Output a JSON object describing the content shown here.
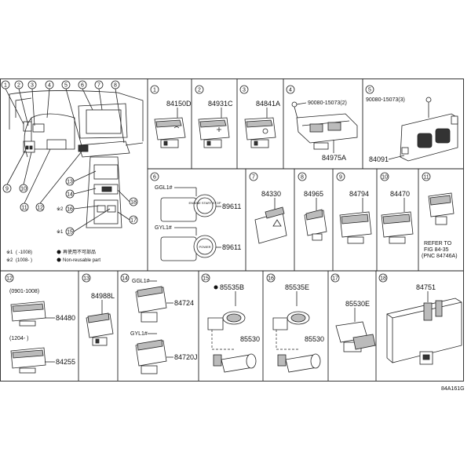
{
  "diagram_code": "84A161G",
  "legend": {
    "note1_mark": "※1",
    "note1_text": "(     -1008)",
    "note2_mark": "※2",
    "note2_text": "(1008-     )",
    "nonreusable_jp": "再使用不可部品",
    "nonreusable_en": "Non-reusable part"
  },
  "overview": {
    "callouts": [
      "1",
      "2",
      "3",
      "4",
      "5",
      "6",
      "7",
      "8",
      "9",
      "10",
      "11",
      "12",
      "13",
      "14",
      "16",
      "15",
      "18",
      "17"
    ],
    "note_marks": [
      "※2",
      "※1"
    ]
  },
  "panels": [
    {
      "index": "1",
      "parts": [
        "84150D"
      ]
    },
    {
      "index": "2",
      "parts": [
        "84931C"
      ]
    },
    {
      "index": "3",
      "parts": [
        "84841A"
      ]
    },
    {
      "index": "4",
      "parts": [
        "90080-15073(2)",
        "84975A"
      ]
    },
    {
      "index": "5",
      "parts": [
        "90080-15073(3)",
        "84091"
      ]
    },
    {
      "index": "6",
      "variants": [
        "GGL1#",
        "GYL1#"
      ],
      "parts": [
        "89611",
        "89611"
      ],
      "labels": [
        "ENGINE START STOP",
        "POWER"
      ]
    },
    {
      "index": "7",
      "parts": [
        "84330"
      ]
    },
    {
      "index": "8",
      "parts": [
        "84965"
      ]
    },
    {
      "index": "9",
      "parts": [
        "84794"
      ]
    },
    {
      "index": "10",
      "parts": [
        "84470"
      ]
    },
    {
      "index": "11",
      "refer": [
        "REFER TO",
        "FIG 84-35",
        "(PNC 84746A)"
      ]
    },
    {
      "index": "12",
      "variants": [
        "(0901-1008)",
        "(1204-     )"
      ],
      "parts": [
        "84480",
        "84255"
      ]
    },
    {
      "index": "13",
      "parts": [
        "84988L"
      ]
    },
    {
      "index": "14",
      "variants": [
        "GGL1#",
        "GYL1#"
      ],
      "parts": [
        "84724",
        "84720J"
      ]
    },
    {
      "index": "15",
      "parts": [
        "85535B",
        "85530"
      ]
    },
    {
      "index": "16",
      "parts": [
        "85535E",
        "85530"
      ]
    },
    {
      "index": "17",
      "parts": [
        "85530E"
      ]
    },
    {
      "index": "18",
      "parts": [
        "84751"
      ]
    }
  ]
}
